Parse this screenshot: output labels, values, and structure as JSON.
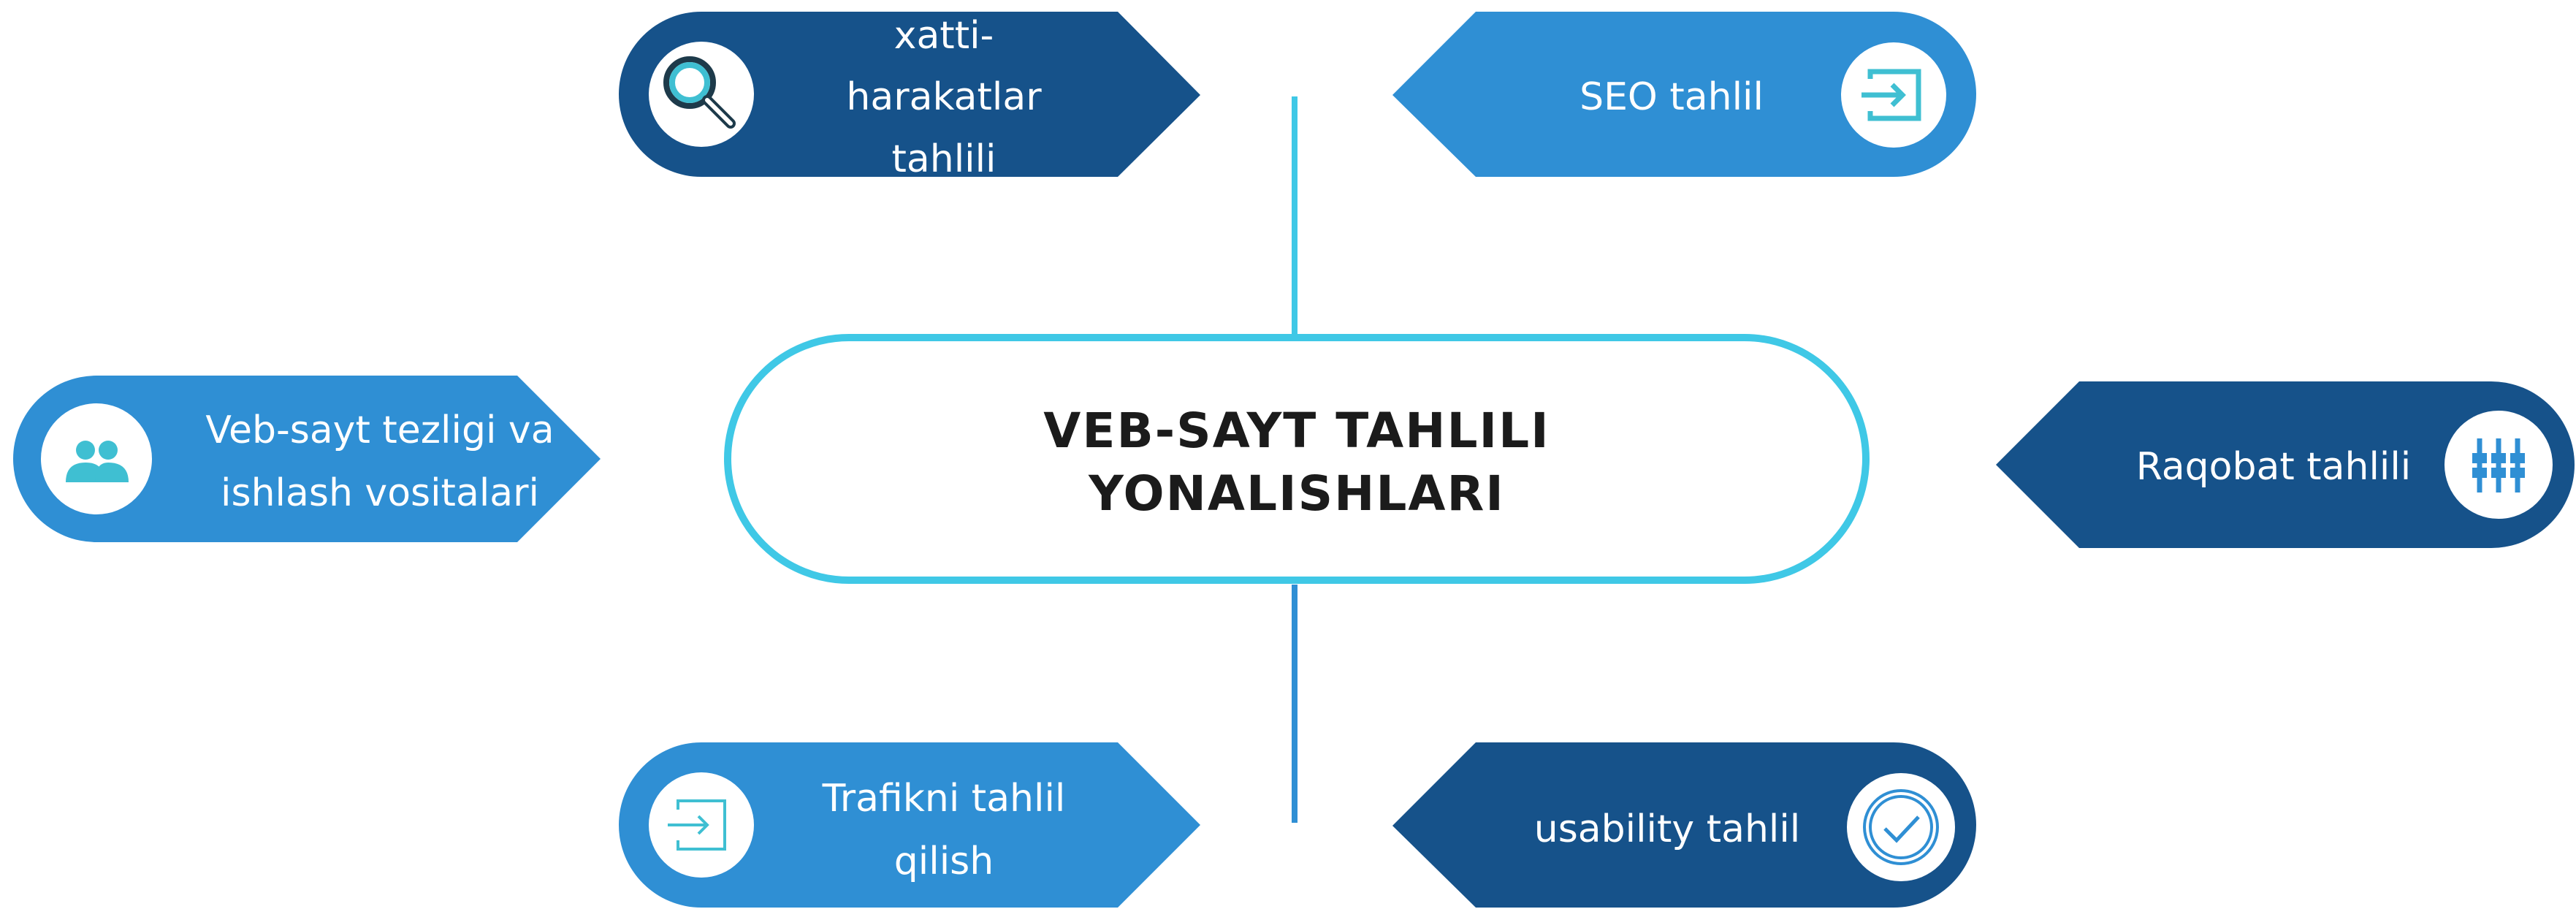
{
  "center": {
    "lines": [
      "VEB-SAYT TAHLILI",
      "YONALISHLARI"
    ]
  },
  "colors": {
    "dark_blue": "#16528a",
    "mid_blue": "#2f8fd4",
    "connector_top": "#3fc8e6",
    "connector_bottom": "#2f8fd4",
    "center_border": "#3fc8e6",
    "icon_teal": "#3fbfd2",
    "icon_blue": "#2f8fd4"
  },
  "nodes": [
    {
      "key": "behavior",
      "lines": [
        "xatti-",
        "harakatlar",
        "tahlili"
      ],
      "icon": "magnifier-icon",
      "color": "#16528a"
    },
    {
      "key": "seo",
      "lines": [
        "SEO tahlil"
      ],
      "icon": "sign-in-icon",
      "color": "#2f8fd4"
    },
    {
      "key": "speed",
      "lines": [
        "Veb-sayt tezligi va",
        "ishlash vositalari"
      ],
      "icon": "users-icon",
      "color": "#2f8fd4"
    },
    {
      "key": "competition",
      "lines": [
        "Raqobat tahlili"
      ],
      "icon": "sliders-icon",
      "color": "#16528a"
    },
    {
      "key": "traffic",
      "lines": [
        "Trafikni tahlil",
        "qilish"
      ],
      "icon": "enter-icon",
      "color": "#2f8fd4"
    },
    {
      "key": "usability",
      "lines": [
        "usability tahlil"
      ],
      "icon": "check-circle-icon",
      "color": "#16528a"
    }
  ]
}
